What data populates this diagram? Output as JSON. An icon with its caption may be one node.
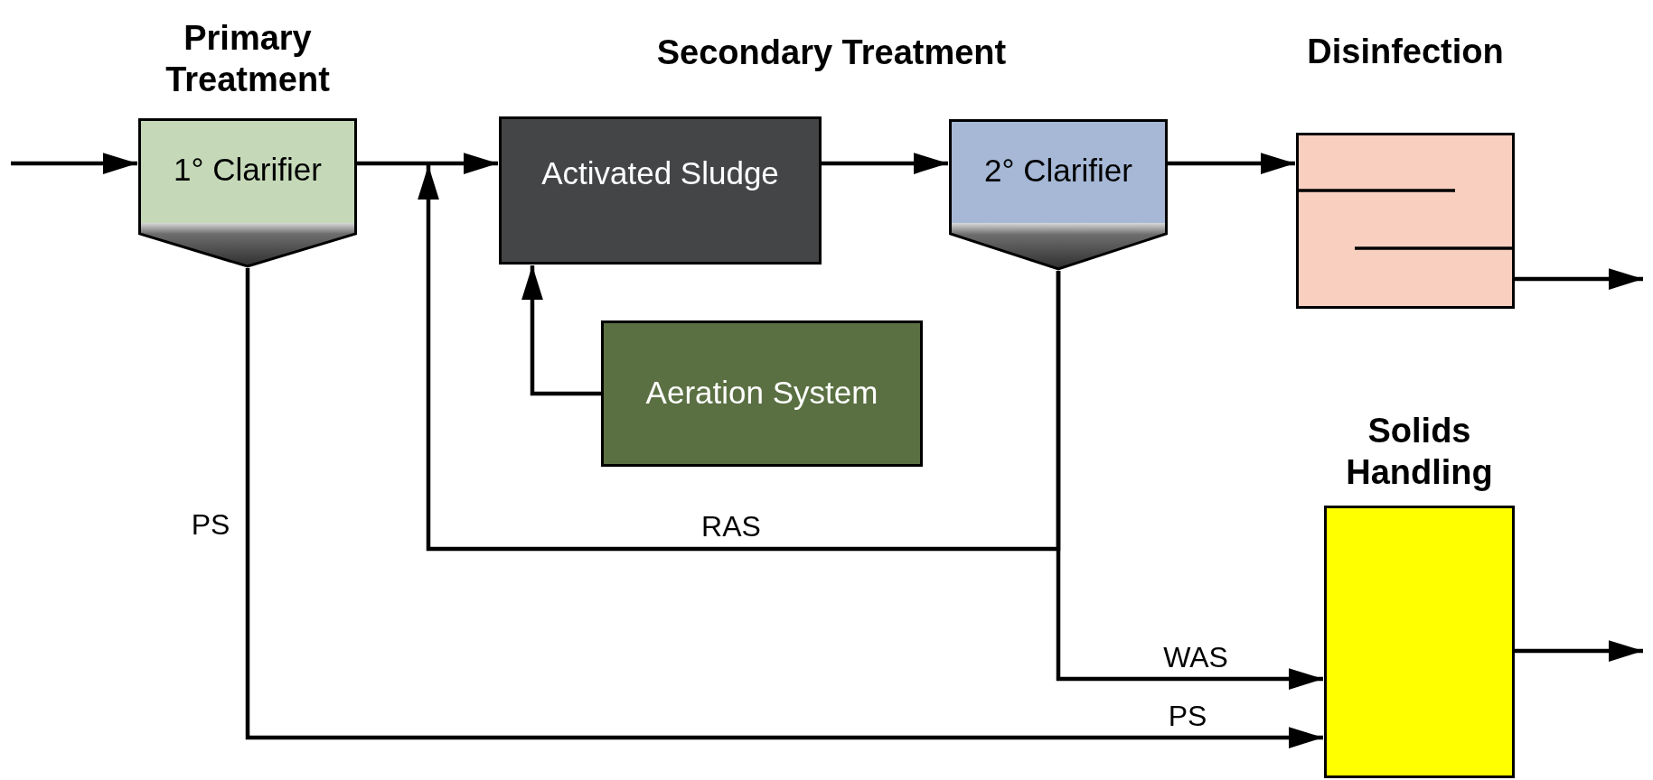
{
  "diagram": {
    "nodes": [
      {
        "text": [
          "Primary Treatment",
          "1° Clarifier"
        ]
      },
      {
        "text": [
          "Activated Sludge"
        ]
      },
      {
        "text": [
          "Aeration System"
        ]
      },
      {
        "text": [
          "2° Clarifier"
        ]
      },
      {
        "text": [
          "Disinfection"
        ]
      },
      {
        "text": [
          "Solids Handling"
        ]
      }
    ],
    "edges": [
      {
        "from": null,
        "to": 0,
        "arrow": "to"
      },
      {
        "from": 0,
        "to": 1,
        "arrow": "to"
      },
      {
        "from": 2,
        "to": 1,
        "arrow": "to"
      },
      {
        "from": 1,
        "to": 3,
        "arrow": "to"
      },
      {
        "from": 3,
        "to": 4,
        "arrow": "to"
      },
      {
        "from": 4,
        "to": null,
        "arrow": "to"
      },
      {
        "from": 3,
        "to": 1,
        "arrow": "to",
        "label": "RAS"
      },
      {
        "from": 3,
        "to": 5,
        "arrow": "to",
        "label": "WAS"
      },
      {
        "from": 0,
        "to": 5,
        "arrow": "to",
        "label": "PS"
      },
      {
        "from": 5,
        "to": null,
        "arrow": "to"
      }
    ],
    "labels": [
      "Secondary Treatment",
      "PS"
    ]
  }
}
